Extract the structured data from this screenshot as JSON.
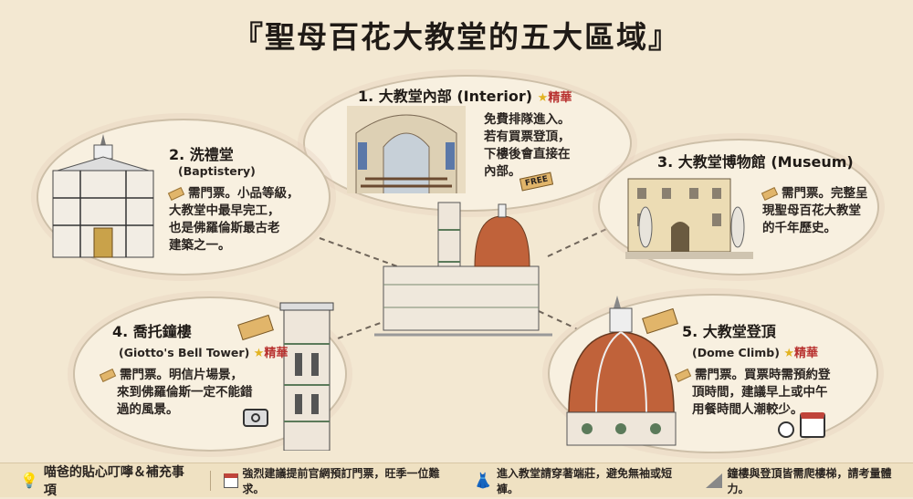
{
  "title": "『聖母百花大教堂的五大區域』",
  "sections": [
    {
      "heading": "1. 大教堂內部 (Interior)",
      "badge": "精華",
      "text_lines": [
        "免費排隊進入。",
        "若有買票登頂，",
        "下樓後會直接在",
        "內部。"
      ],
      "ticket_label": "FREE"
    },
    {
      "heading": "2. 洗禮堂",
      "subheading": "(Baptistery)",
      "text_lines": [
        "需門票。小品等級，",
        "大教堂中最早完工，",
        "也是佛羅倫斯最古老",
        "建築之一。"
      ]
    },
    {
      "heading": "3. 大教堂博物館 (Museum)",
      "text_lines": [
        "需門票。完整呈",
        "現聖母百花大教堂",
        "的千年歷史。"
      ]
    },
    {
      "heading": "4. 喬托鐘樓",
      "subheading": "(Giotto's Bell Tower)",
      "badge": "精華",
      "text_lines": [
        "需門票。明信片場景，",
        "來到佛羅倫斯一定不能錯",
        "過的風景。"
      ]
    },
    {
      "heading": "5. 大教堂登頂",
      "subheading": "(Dome Climb)",
      "badge": "精華",
      "text_lines": [
        "需門票。買票時需預約登",
        "頂時間，建議早上或中午",
        "用餐時間人潮較少。"
      ]
    }
  ],
  "footer": {
    "lead": "喵爸的貼心叮嚀＆補充事項",
    "tips": [
      {
        "icon": "calendar-icon",
        "text": "強烈建議提前官網預訂門票，旺季一位難求。"
      },
      {
        "icon": "dress-icon",
        "text": "進入教堂請穿著端莊，避免無袖或短褲。"
      },
      {
        "icon": "stairs-icon",
        "text": "鐘樓與登頂皆需爬樓梯，請考量體力。"
      }
    ]
  },
  "colors": {
    "background": "#f3e8d2",
    "highlight": "#b8312f",
    "star": "#e2b321",
    "dome": "#c0623a"
  }
}
